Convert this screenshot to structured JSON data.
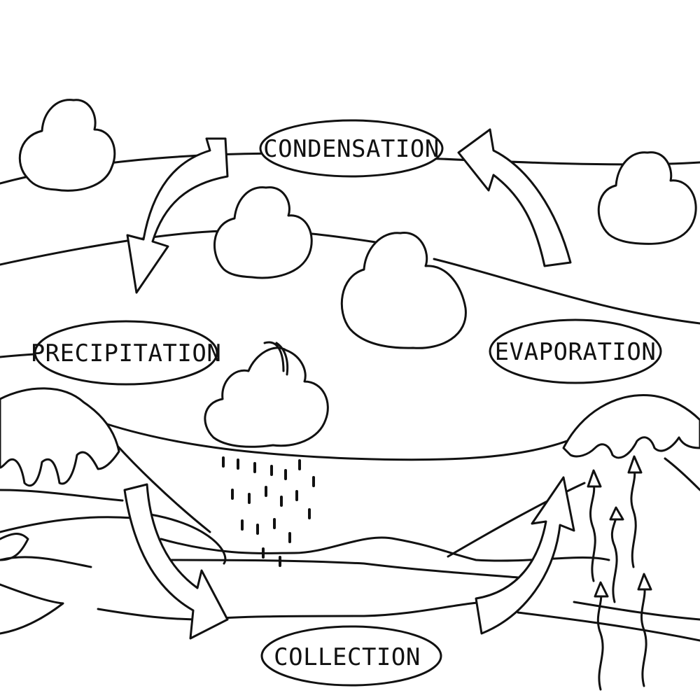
{
  "diagram": {
    "labels": {
      "condensation": "CONDENSATION",
      "precipitation": "PRECIPITATION",
      "evaporation": "EVAPORATION",
      "collection": "COLLECTION"
    },
    "colors": {
      "line": "#111111",
      "background": "#ffffff"
    }
  }
}
